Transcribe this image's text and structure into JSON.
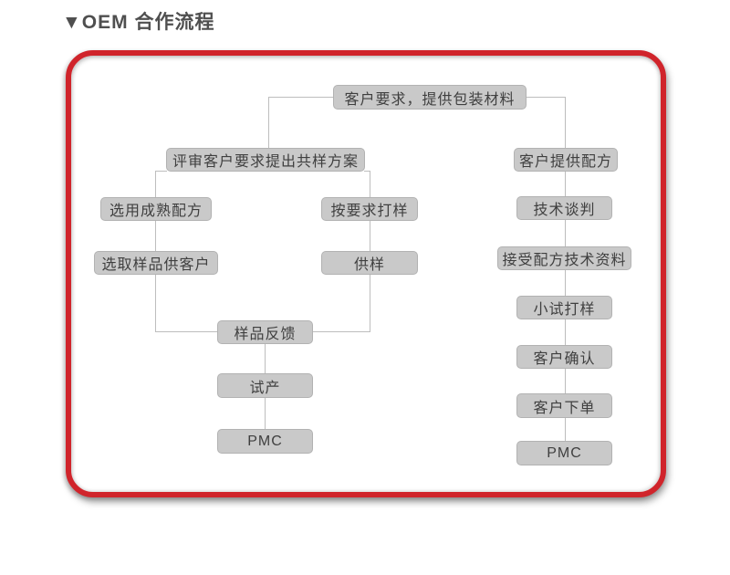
{
  "page": {
    "title": "▼OEM 合作流程"
  },
  "flowchart": {
    "nodes": {
      "customer_request": "客户要求，提供包装材料",
      "review_proposal": "评审客户要求提出共样方案",
      "mature_formula": "选用成熟配方",
      "sample_for_customer": "选取样品供客户",
      "proof_on_request": "按要求打样",
      "supply_sample": "供样",
      "sample_feedback": "样品反馈",
      "trial_production": "试产",
      "pmc_left": "PMC",
      "customer_formula": "客户提供配方",
      "tech_negotiation": "技术谈判",
      "accept_formula_docs": "接受配方技术资料",
      "pilot_proof": "小试打样",
      "customer_confirm": "客户确认",
      "customer_order": "客户下单",
      "pmc_right": "PMC"
    },
    "colors": {
      "frame_red": "#d0242b",
      "node_fill": "#c9c9c9",
      "node_border": "#b2b2b2",
      "node_text": "#3f3f3f",
      "connector": "#bdbdbd",
      "title_text": "#4f4f4f",
      "background": "#ffffff"
    }
  }
}
